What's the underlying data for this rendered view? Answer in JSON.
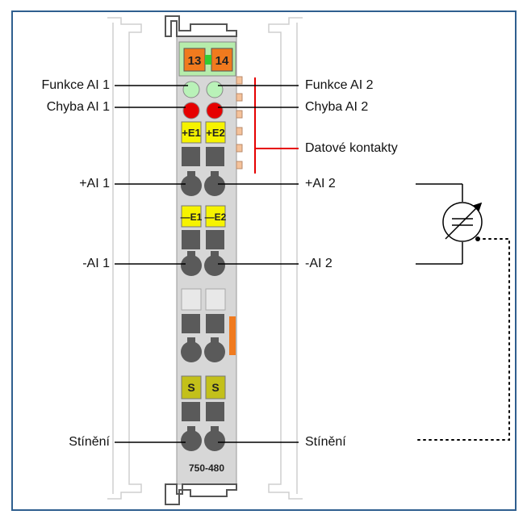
{
  "module": {
    "part_number": "750-480",
    "terminal_numbers": [
      "13",
      "14"
    ],
    "top_yellow_labels": [
      "+E1",
      "+E2"
    ],
    "mid_yellow_labels": [
      "—E1",
      "—E2"
    ],
    "shield_labels": [
      "S",
      "S"
    ]
  },
  "labels": {
    "left": [
      "Funkce AI 1",
      "Chyba AI 1",
      "+AI 1",
      "-AI 1",
      "Stínění"
    ],
    "right": [
      "Funkce AI 2",
      "Chyba AI 2",
      "Datové kontakty",
      "+AI 2",
      "-AI 2",
      "Stínění"
    ]
  },
  "colors": {
    "frame": "#2f5f8f",
    "module_body": "#d7d7d7",
    "terminal_orange": "#f07a1e",
    "label_yellow": "#f6f300",
    "shield_olive": "#c3c01a",
    "led_green": "#b9f2b8",
    "led_red": "#e60000",
    "data_contact_line": "#e60000",
    "connection_line": "#000000"
  }
}
